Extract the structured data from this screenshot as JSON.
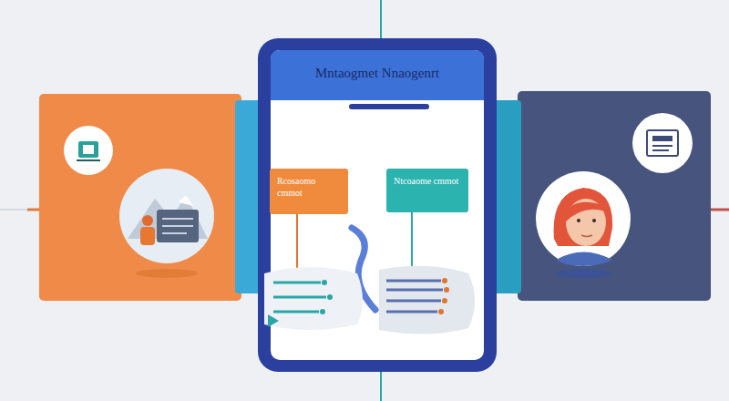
{
  "diagram": {
    "title": "Mntaogmet Nnaogenrt",
    "nodes": [
      {
        "text": [
          "Rcosaomo cmmot"
        ]
      },
      {
        "text": [
          "Ntcoaome cmmot"
        ]
      }
    ]
  }
}
